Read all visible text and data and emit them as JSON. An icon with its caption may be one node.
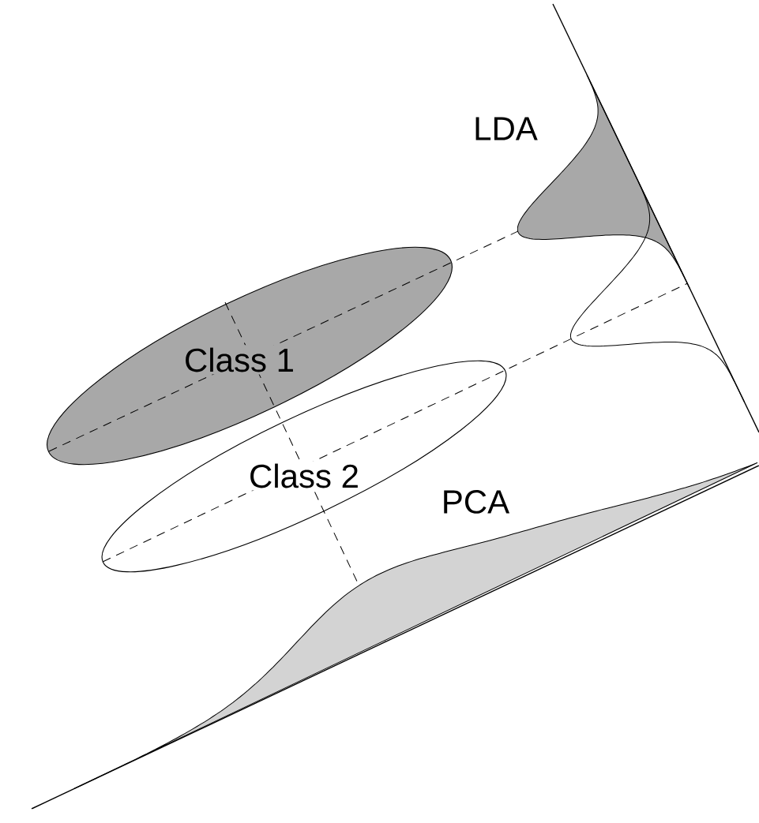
{
  "diagram": {
    "nodes": [
      {
        "text": [
          "Class 1"
        ]
      },
      {
        "text": [
          "Class 2"
        ]
      }
    ],
    "labels": [
      "LDA",
      "PCA"
    ]
  }
}
